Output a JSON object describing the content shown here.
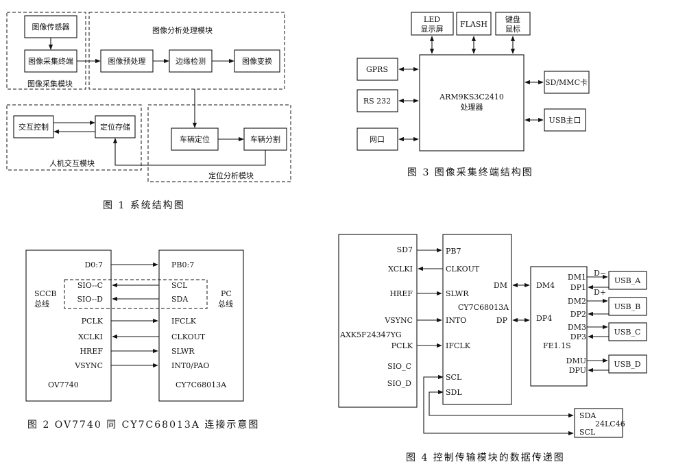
{
  "fig1": {
    "caption": "图 1 系统结构图",
    "groups": {
      "acquire": "图像采集模块",
      "analysis": "图像分析处理模块",
      "hci": "人机交互模块",
      "locate": "定位分析模块"
    },
    "nodes": {
      "sensor": "图像传感器",
      "terminal": "图像采集终端",
      "preprocess": "图像预处理",
      "edge": "边缘检测",
      "transform": "图像变换",
      "interact": "交互控制",
      "store": "定位存储",
      "vehicle_locate": "车辆定位",
      "vehicle_split": "车辆分割"
    }
  },
  "fig2": {
    "caption": "图 2 OV7740 同 CY7C68013A 连接示意图",
    "left_chip": "OV7740",
    "right_chip": "CY7C68013A",
    "left_bus": [
      "SCCB",
      "总线"
    ],
    "right_bus": [
      "PC",
      "总线"
    ],
    "signals": [
      {
        "left": "D0:7",
        "right": "PB0:7",
        "dir": "right"
      },
      {
        "left": "SIO--C",
        "right": "SCL",
        "dir": "left"
      },
      {
        "left": "SIO--D",
        "right": "SDA",
        "dir": "left"
      },
      {
        "left": "PCLK",
        "right": "IFCLK",
        "dir": "right"
      },
      {
        "left": "XCLKI",
        "right": "CLKOUT",
        "dir": "left"
      },
      {
        "left": "HREF",
        "right": "SLWR",
        "dir": "right"
      },
      {
        "left": "VSYNC",
        "right": "INT0/PAO",
        "dir": "right"
      }
    ]
  },
  "fig3": {
    "caption": "图 3 图像采集终端结构图",
    "cpu": [
      "ARM9KS3C2410",
      "处理器"
    ],
    "top": [
      [
        "LED",
        "显示屏"
      ],
      [
        "FLASH"
      ],
      [
        "键盘",
        "鼠标"
      ]
    ],
    "left": [
      "GPRS",
      "RS 232",
      "网口"
    ],
    "right": [
      "SD/MMC卡",
      "USB主口"
    ]
  },
  "fig4": {
    "caption": "图 4 控制传输模块的数据传递图",
    "sensor": {
      "name": "AXK5F24347YG",
      "pins": [
        "SD7",
        "XCLKI",
        "HREF",
        "VSYNC",
        "PCLK",
        "SIO_C",
        "SIO_D"
      ]
    },
    "controller": {
      "name": "CY7C68013A",
      "pins": [
        "PB7",
        "CLKOUT",
        "SLWR",
        "INTO",
        "IFCLK",
        "SCL",
        "SDL"
      ],
      "right_pins": [
        "DM",
        "DP"
      ]
    },
    "hub": {
      "name": "FE1.1S",
      "left_pins": [
        "DM4",
        "DP4"
      ],
      "right_pins": [
        "DM1",
        "DP1",
        "DM2",
        "DP2",
        "DM3",
        "DP3",
        "DMU",
        "DPU"
      ]
    },
    "line_labels": [
      "D−",
      "D+"
    ],
    "ports": [
      "USB_A",
      "USB_B",
      "USB_C",
      "USB_D"
    ],
    "eeprom": {
      "name": "24LC46",
      "pins": [
        "SDA",
        "SCL"
      ]
    }
  }
}
